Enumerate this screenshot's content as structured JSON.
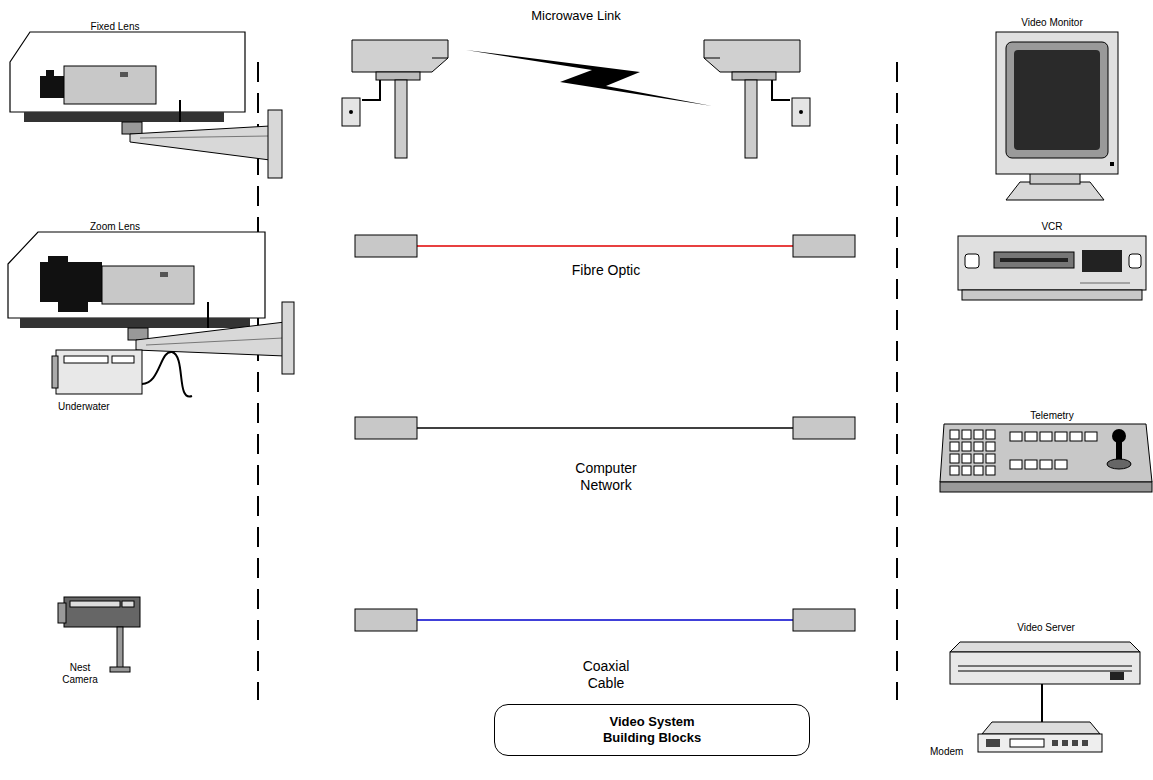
{
  "diagram": {
    "nodes": [
      {
        "text": [
          "Video System Building Blocks"
        ]
      }
    ],
    "labels": [
      "Microwave Link",
      "Fixed Lens",
      "Zoom Lens",
      "Fibre Optic",
      "Underwater",
      "Computer Network",
      "Nest Camera",
      "Coaxial Cable",
      "Video Monitor",
      "VCR",
      "Telemetry",
      "Video Server",
      "Modem"
    ]
  }
}
